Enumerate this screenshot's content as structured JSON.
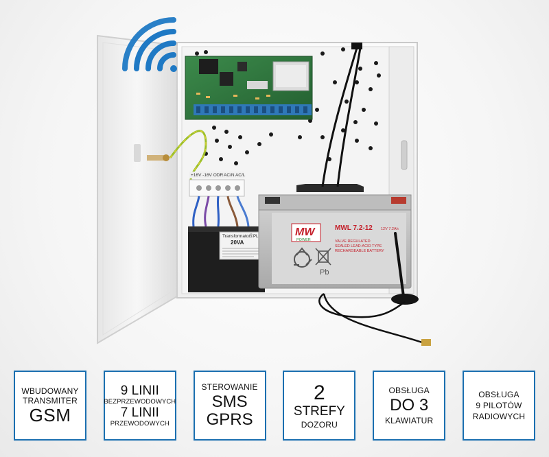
{
  "colors": {
    "accent_blue": "#1a6fb0",
    "wifi_blue": "#1f79c4",
    "pcb_green": "#2f7a3f",
    "battery_grey": "#b9b9b9",
    "brand_red": "#c41f2a"
  },
  "icons": [
    "wifi-signal-icon",
    "recycle-icon",
    "crossed-bin-icon"
  ],
  "product": {
    "terminal_label_left": "+16V  -16V  ODR",
    "terminal_label_right": "AC/N  AC/L",
    "transformer_title": "Transformator",
    "transformer_power": "20VA",
    "transformer_brand": "ⓈPL",
    "battery_brand_letters": "MW",
    "battery_brand_sub": "POWER",
    "battery_model": "MWL 7.2-12",
    "battery_spec": "12V 7.2Ah",
    "battery_type_1": "VALVE REGULATED",
    "battery_type_2": "SEALED LEAD-ACID TYPE",
    "battery_type_3": "RECHARGEABLE BATTERY",
    "battery_pb": "Pb"
  },
  "features": [
    {
      "lines": [
        "WBUDOWANY",
        "TRANSMITER",
        "GSM"
      ]
    },
    {
      "lines": [
        "9 LINII",
        "BEZPRZEWODOWYCH",
        "7 LINII",
        "PRZEWODOWYCH"
      ]
    },
    {
      "lines": [
        "STEROWANIE",
        "SMS",
        "GPRS"
      ]
    },
    {
      "lines": [
        "2",
        "STREFY",
        "DOZORU"
      ]
    },
    {
      "lines": [
        "OBSŁUGA",
        "DO 3",
        "KLAWIATUR"
      ]
    },
    {
      "lines": [
        "OBSŁUGA",
        "9 PILOTÓW",
        "RADIOWYCH"
      ]
    }
  ]
}
